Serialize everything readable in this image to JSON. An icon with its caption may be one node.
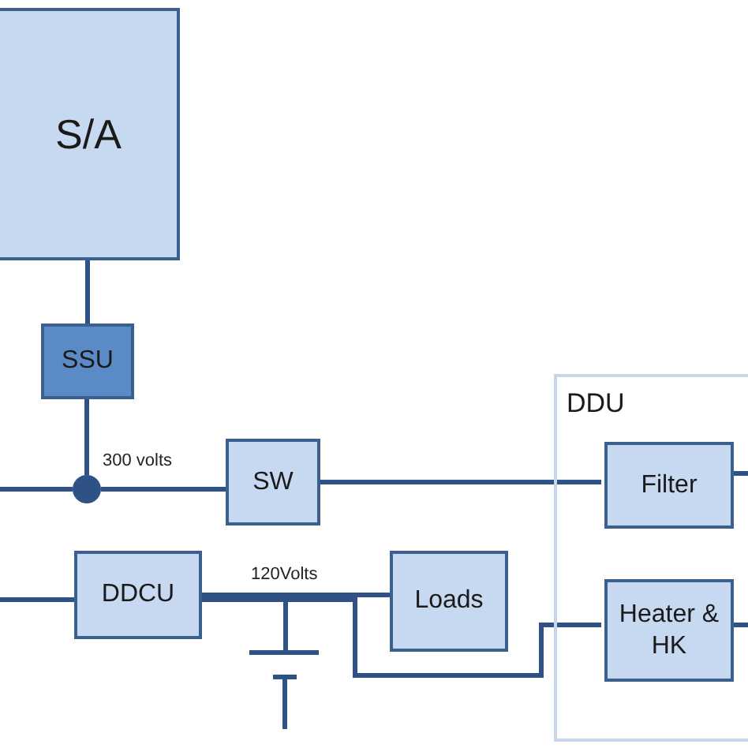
{
  "diagram": {
    "nodes": [
      {
        "text": [
          "S/A"
        ]
      },
      {
        "text": [
          "SSU"
        ]
      },
      {
        "text": [],
        "shape": "circle"
      },
      {
        "text": [
          "SW"
        ]
      },
      {
        "text": [
          "DDU"
        ]
      },
      {
        "text": [
          "Filter"
        ],
        "in": 4
      },
      {
        "text": [
          "Heater & HK"
        ],
        "in": 4
      },
      {
        "text": [
          "DDCU"
        ]
      },
      {
        "text": [
          "Loads"
        ]
      },
      {
        "text": [],
        "shape": "battery"
      }
    ],
    "edges": [
      {
        "from": 0,
        "to": 1,
        "arrow": "none"
      },
      {
        "from": 1,
        "to": 2,
        "arrow": "none"
      },
      {
        "from": null,
        "to": 2,
        "arrow": "none"
      },
      {
        "from": 2,
        "to": 3,
        "arrow": "none",
        "label": "300 volts"
      },
      {
        "from": 3,
        "to": 5,
        "arrow": "none"
      },
      {
        "from": 5,
        "to": null,
        "arrow": "none"
      },
      {
        "from": null,
        "to": 7,
        "arrow": "none"
      },
      {
        "from": 7,
        "to": 8,
        "arrow": "none",
        "label": "120Volts"
      },
      {
        "from": 7,
        "to": 9,
        "arrow": "none"
      },
      {
        "from": 7,
        "to": 6,
        "arrow": "none"
      },
      {
        "from": 6,
        "to": null,
        "arrow": "none"
      }
    ]
  }
}
